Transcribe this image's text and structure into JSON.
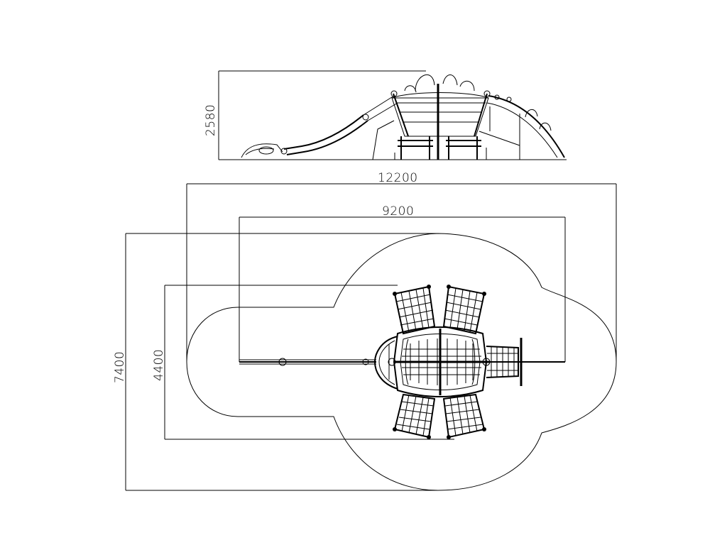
{
  "dimensions": {
    "height": "2580",
    "overall_length": "12200",
    "inner_length": "9200",
    "overall_width": "7400",
    "inner_width": "4400"
  }
}
